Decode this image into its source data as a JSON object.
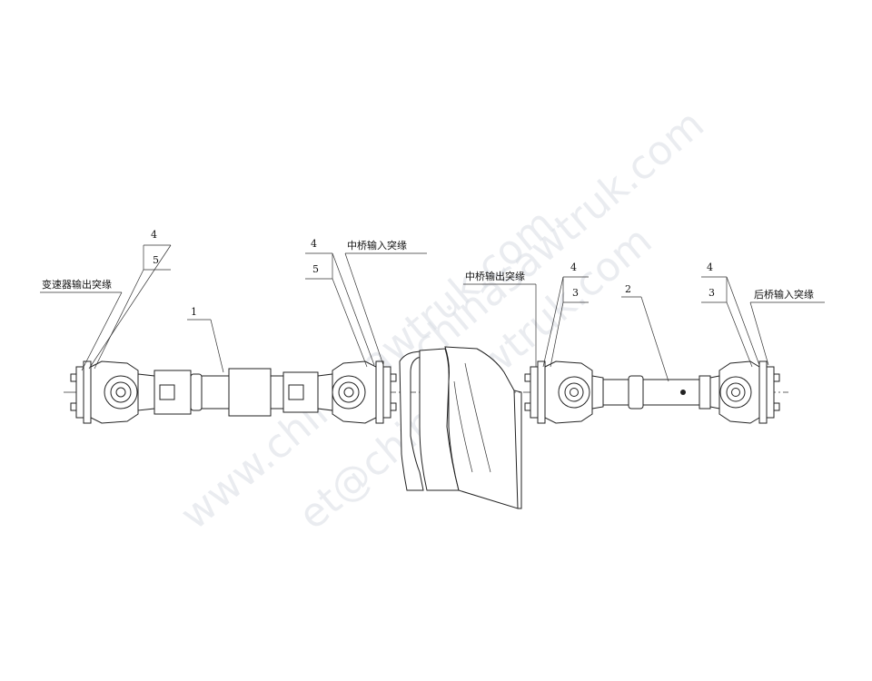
{
  "labels": {
    "gearbox_output_flange": "变速器输出突缘",
    "middle_axle_input_flange": "中桥输入突缘",
    "middle_axle_output_flange": "中桥输出突缘",
    "rear_axle_input_flange": "后桥输入突缘"
  },
  "callouts": {
    "c1_top": "4",
    "c1_bottom": "5",
    "c2_top": "4",
    "c2_bottom": "5",
    "c3_top": "4",
    "c3_bottom": "3",
    "c4_top": "4",
    "c4_bottom": "3",
    "shaft1": "1",
    "shaft2": "2"
  },
  "watermarks": {
    "line1": "www.chinasawtruk.com",
    "line2": "chinasawtruk.com",
    "line3": "et@chinasawtruk.com"
  }
}
